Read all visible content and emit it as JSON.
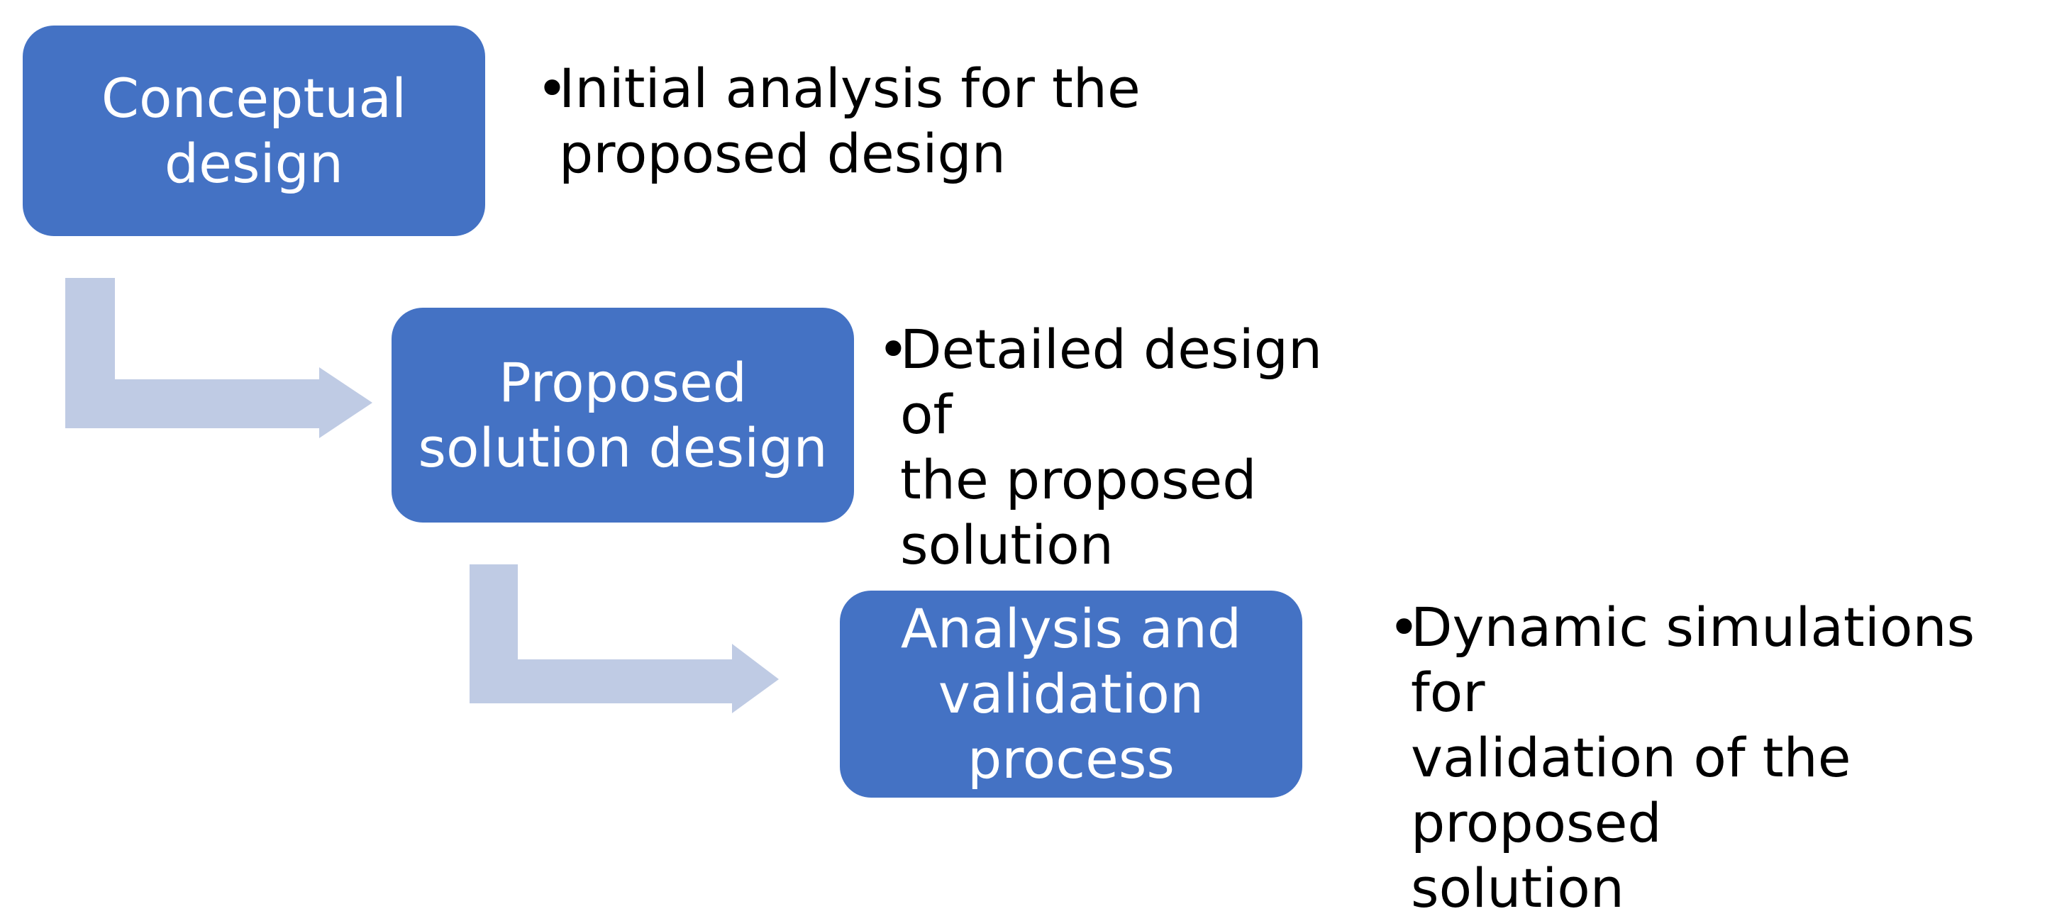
{
  "colors": {
    "box_fill": "#4472c4",
    "connector_fill": "#bfcbe4",
    "box_text": "#ffffff",
    "desc_text": "#000000"
  },
  "steps": [
    {
      "label": "Conceptual\ndesign",
      "bullet": "•",
      "description": "Initial analysis for the\nproposed design"
    },
    {
      "label": "Proposed\nsolution design",
      "bullet": "•",
      "description": "Detailed design of\nthe proposed\nsolution"
    },
    {
      "label": "Analysis and\nvalidation\nprocess",
      "bullet": "•",
      "description": "Dynamic simulations for\nvalidation of the proposed\nsolution"
    }
  ]
}
